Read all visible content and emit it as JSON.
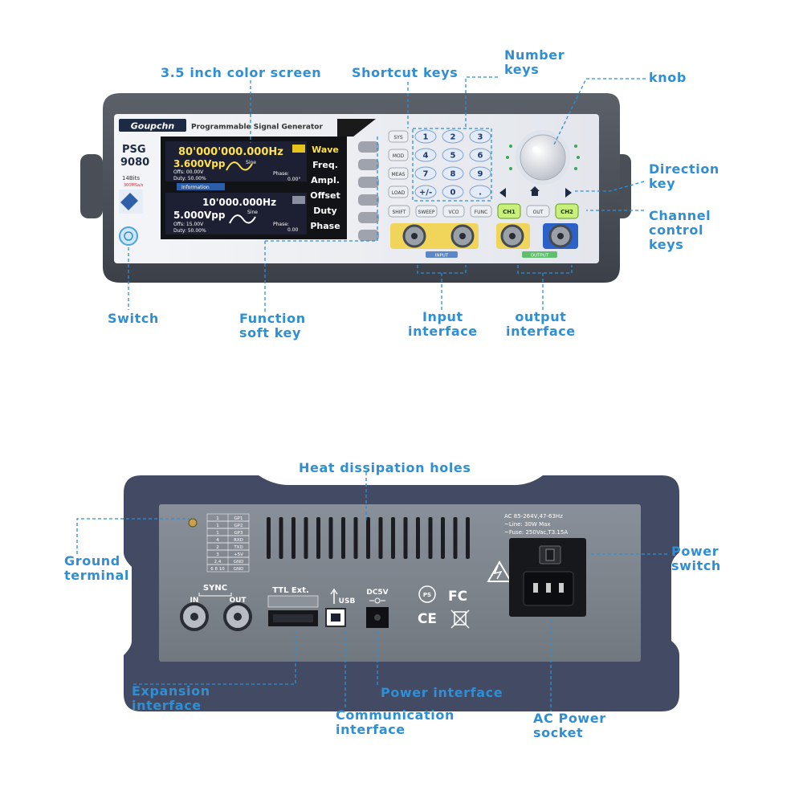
{
  "front": {
    "brand": "Goupchn",
    "subtitle": "Programmable Signal Generator",
    "model": [
      "PSG",
      "9080"
    ],
    "bits": "14Bits",
    "rate": "300MSa/s",
    "screen": {
      "ch1": {
        "freq": "80'000'000.000Hz",
        "amp": "3.600Vpp",
        "wave": "Sine",
        "offs": "Offs: 00.00V",
        "duty": "Duty: 50.00%",
        "phase": "Phase:",
        "phase_val": "0.00°"
      },
      "info_tab": "Information",
      "ch2": {
        "freq": "10'000.000Hz",
        "amp": "5.000Vpp",
        "wave": "Sine",
        "offs": "Offs: 15.00V",
        "duty": "Duty: 50.00%",
        "phase": "Phase:",
        "phase_val": "0.00"
      },
      "softkeys": [
        "Wave",
        "Freq.",
        "Ampl.",
        "Offset",
        "Duty",
        "Phase"
      ]
    },
    "shortcut_keys": [
      "SYS",
      "MOD",
      "MEAS",
      "LOAD"
    ],
    "number_keys": [
      "1",
      "2",
      "3",
      "4",
      "5",
      "6",
      "7",
      "8",
      "9",
      "+/-",
      "0",
      "."
    ],
    "bottom_keys": [
      "SHIFT",
      "SWEEP",
      "VCO",
      "FUNC"
    ],
    "channel_keys": [
      "CH1",
      "OUT",
      "CH2"
    ],
    "input_label": "INPUT",
    "output_label": "OUTPUT"
  },
  "rear": {
    "ttl_label": "TTL Ext.",
    "sync_label": "SYNC",
    "sync_in": "IN",
    "sync_out": "OUT",
    "usb_label": "USB",
    "dc_label": "DC5V",
    "power_spec": [
      "AC 85-264V,47-63Hz",
      "~Line: 30W Max",
      "~Fuse: 250Vac,T3.15A"
    ],
    "pin_table": [
      [
        "1",
        "GP1"
      ],
      [
        "1",
        "GP2"
      ],
      [
        "1",
        "GP3"
      ],
      [
        "4",
        "RXD"
      ],
      [
        "2",
        "TXD"
      ],
      [
        "3",
        "+5V"
      ],
      [
        "2,4",
        "GND"
      ],
      [
        "6 8 10",
        "GND"
      ]
    ]
  },
  "labels": {
    "screen": "3.5 inch color screen",
    "shortcut": "Shortcut keys",
    "number": [
      "Number",
      "keys"
    ],
    "knob": "knob",
    "direction": [
      "Direction",
      "key"
    ],
    "channel": [
      "Channel",
      "control",
      "keys"
    ],
    "switch": "Switch",
    "function": [
      "Function",
      "soft key"
    ],
    "input": [
      "Input",
      "interface"
    ],
    "output": [
      "output",
      "interface"
    ],
    "heat": "Heat dissipation holes",
    "ground": [
      "Ground",
      "terminal"
    ],
    "power_switch": [
      "Power",
      "switch"
    ],
    "expansion": [
      "Expansion",
      "interface"
    ],
    "communication": [
      "Communication",
      "interface"
    ],
    "power_interface": "Power interface",
    "ac_socket": [
      "AC Power",
      "socket"
    ]
  }
}
